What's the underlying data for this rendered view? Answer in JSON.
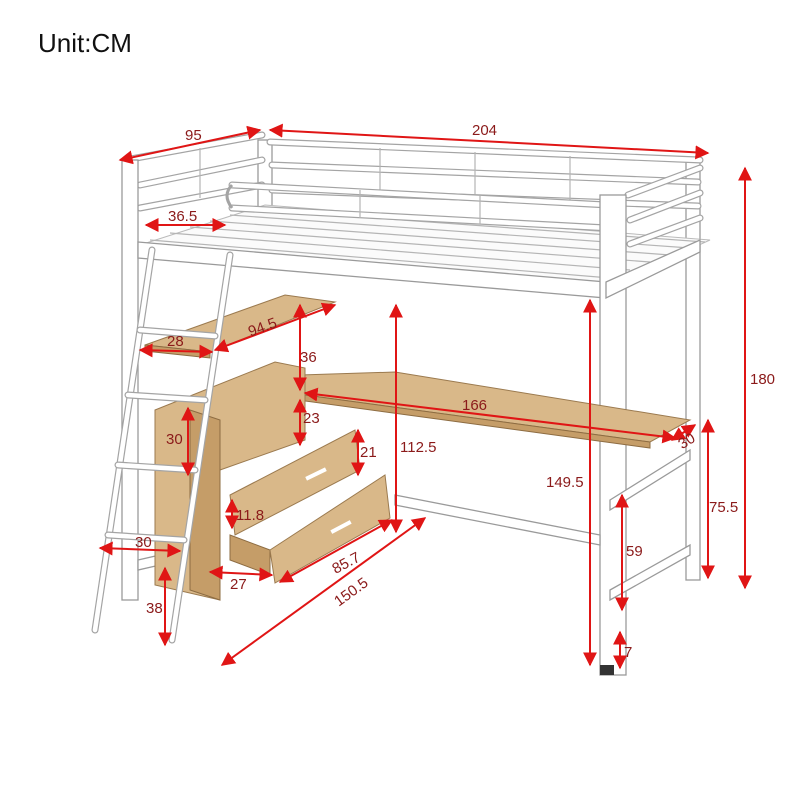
{
  "unit_label": "Unit:CM",
  "dimensions": {
    "bed_length": "204",
    "bed_width": "95",
    "guardrail_gap": "36.5",
    "total_height": "180",
    "shelf_length": "94.5",
    "shelf_depth": "28",
    "shelf_to_desk": "36",
    "cabinet_upper": "23",
    "cabinet_height": "30",
    "drawer_height": "21",
    "desk_length": "166",
    "desk_depth": "30",
    "desk_shelf_height": "112.5",
    "under_bed_clearance": "149.5",
    "desk_height": "75.5",
    "lower_rail_height": "59",
    "leg_foot": "7",
    "drawer_front": "11.8",
    "ladder_step": "30",
    "ladder_offset": "38",
    "drawer_inner": "27",
    "drawer_width": "85.7",
    "desk_total_length": "150.5"
  },
  "colors": {
    "dimension_line": "#e01515",
    "dimension_text": "#8b1a1a",
    "frame": "#ffffff",
    "frame_outline": "#9a9a9a",
    "wood": "#d9b889"
  }
}
